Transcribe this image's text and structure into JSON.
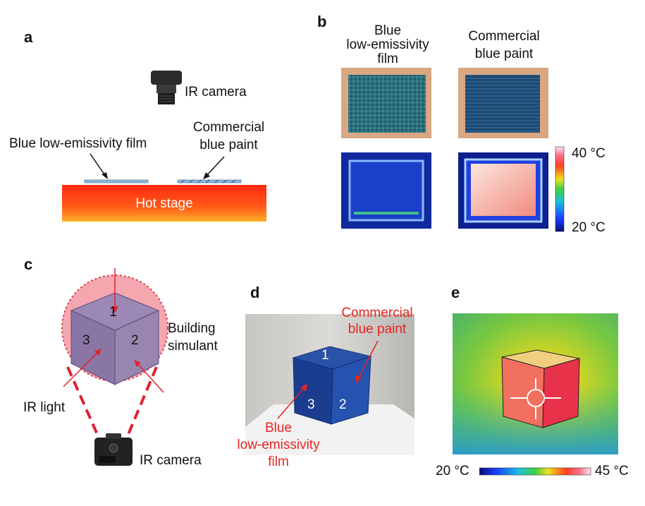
{
  "panels": {
    "a": {
      "letter": "a",
      "camera_label": "IR camera",
      "film_label": "Blue low-emissivity film",
      "paint_label_line1": "Commercial",
      "paint_label_line2": "blue paint",
      "stage_label": "Hot stage"
    },
    "b": {
      "letter": "b",
      "col1_line1": "Blue",
      "col1_line2": "low-emissivity",
      "col1_line3": "film",
      "col2_line1": "Commercial",
      "col2_line2": "blue paint",
      "scale_max": "40 °C",
      "scale_min": "20 °C"
    },
    "c": {
      "letter": "c",
      "face_top": "1",
      "face_left": "3",
      "face_right": "2",
      "building_line1": "Building",
      "building_line2": "simulant",
      "ir_light": "IR light",
      "camera_label": "IR camera"
    },
    "d": {
      "letter": "d",
      "face_top": "1",
      "face_left": "3",
      "face_right": "2",
      "paint_line1": "Commercial",
      "paint_line2": "blue paint",
      "film_line1": "Blue",
      "film_line2": "low-emissivity",
      "film_line3": "film"
    },
    "e": {
      "letter": "e",
      "scale_min": "20 °C",
      "scale_max": "45 °C"
    }
  },
  "colors": {
    "label_red": "#e8241f",
    "hot_stage_top": "#ff2a10",
    "hot_stage_bottom": "#ffb02a",
    "ir_cold": "#0a1a8a",
    "ir_hot": "#ff2040"
  }
}
